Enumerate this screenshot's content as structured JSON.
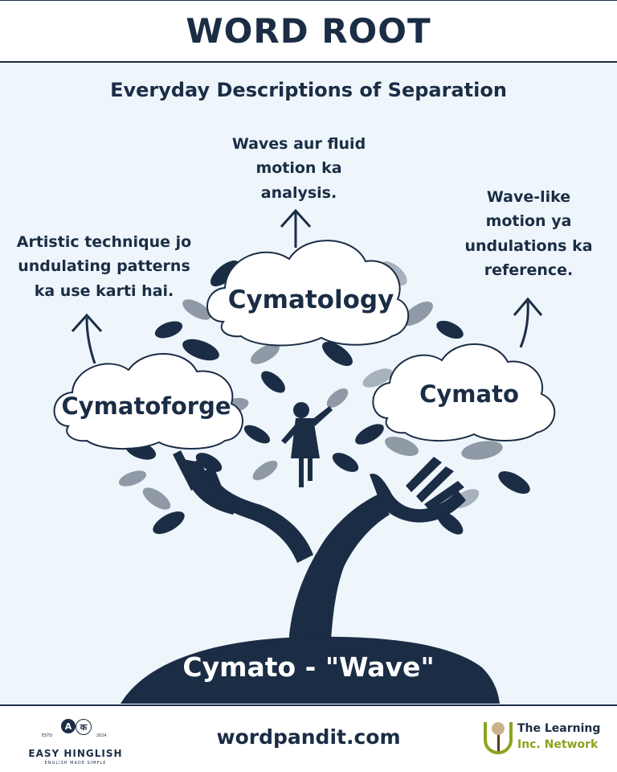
{
  "header": {
    "title": "WORD ROOT"
  },
  "subtitle": "Everyday Descriptions of Separation",
  "descriptions": {
    "top": "Waves aur fluid\nmotion ka\nanalysis.",
    "left": "Artistic technique jo\nundulating patterns\nka use karti hai.",
    "right": "Wave-like\nmotion ya\nundulations ka\nreference."
  },
  "clouds": {
    "top": "Cymatology",
    "left": "Cymatoforge",
    "right": "Cymato"
  },
  "root": {
    "label": "Cymato - \"Wave\""
  },
  "footer": {
    "site": "wordpandit.com",
    "easy_hinglish": {
      "name": "EASY HINGLISH",
      "tagline": "ENGLISH MADE SIMPLE",
      "estd": "ESTD",
      "year": "2024",
      "badge_a": "A",
      "badge_ka": "क"
    },
    "learning_network": {
      "line1": "The Learning",
      "line2": "Inc. Network"
    }
  },
  "colors": {
    "navy": "#1b2d45",
    "background": "#eef5fb",
    "leaf_gray": "#8f9aa6",
    "green": "#8aa51f"
  },
  "icons": [
    "arrow-up-icon",
    "cloud-icon",
    "tree-icon",
    "hand-icon",
    "child-icon",
    "leaf-icon",
    "brain-tree-icon"
  ]
}
